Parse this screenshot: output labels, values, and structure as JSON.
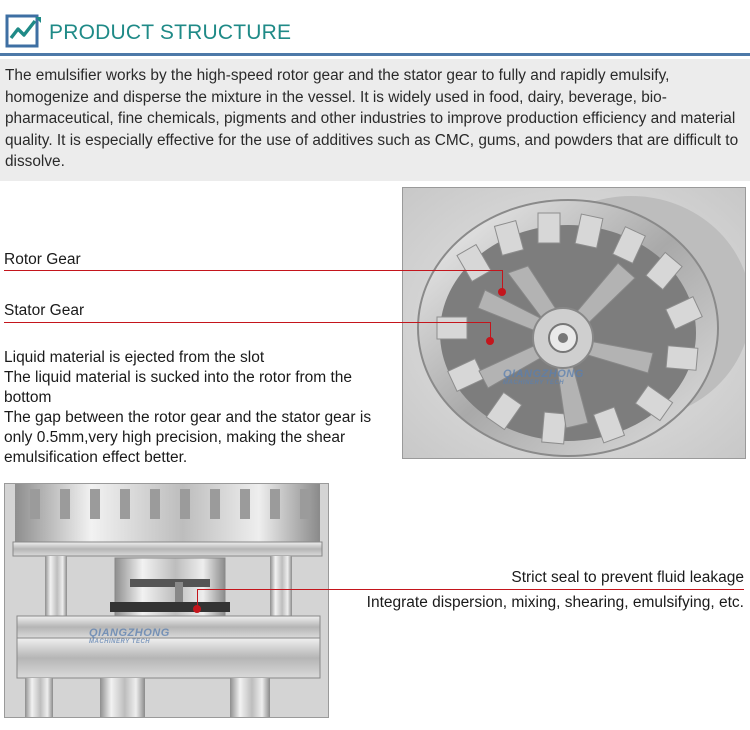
{
  "header": {
    "title": "PRODUCT STRUCTURE",
    "logo_icon": "trend-chart-icon",
    "accent_color": "#1f8a87",
    "rule_color": "#4d79a8"
  },
  "intro": {
    "text": "The emulsifier works by the high-speed rotor gear and the stator gear to fully and rapidly emulsify, homogenize and disperse the mixture in the vessel. It is widely used in food, dairy, beverage, bio-pharmaceutical, fine chemicals, pigments and other industries to improve production efficiency and material quality. It is especially effective for the use of additives such as CMC, gums, and powders that are difficult to dissolve."
  },
  "callouts": {
    "rotor_gear": "Rotor Gear",
    "stator_gear": "Stator Gear",
    "notes": [
      "Liquid material is ejected from the slot",
      "The liquid material is sucked into the rotor from the bottom",
      "The gap between the rotor gear and the stator gear is only 0.5mm,very high precision, making the shear emulsification effect better."
    ],
    "seal": "Strict seal to prevent fluid leakage",
    "integrate": "Integrate dispersion, mixing, shearing, emulsifying, etc.",
    "line_color": "#c4151c"
  },
  "watermark": {
    "brand": "QIANGZHONG",
    "sub": "MACHINERY TECH"
  }
}
